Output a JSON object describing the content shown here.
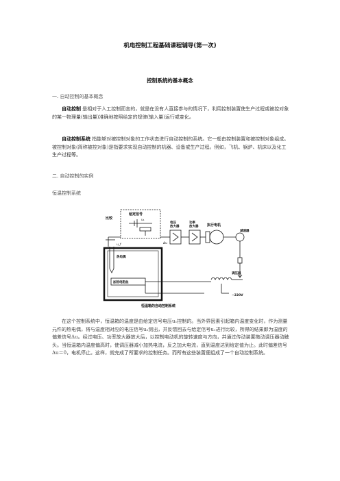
{
  "title": "机电控制工程基础课程辅导(第一次)",
  "subtitle": "控制系统的基本概念",
  "section1_heading": "一. 自动控制的基本概念",
  "para1": {
    "term": "自动控制",
    "text": "是相对于人工控制而言的，就是在没有人直接参与的情况下，利用控制装置使生产过程或被控对象的某一物理量(输出量)准确地按照给定的规律(输入量)运行或变化。"
  },
  "para2": {
    "term": "自动控制系统",
    "text": "指能够对被控制对象的工作状态进行自动控制的系统。它一般由控制装置和被控制对象组成。被控制对象(简称被控对象)是指要求实现自动控制的机器、设备或生产过程。例如，飞机、锅炉、机床以及化工生产过程等。"
  },
  "section2_heading": "二. 自动控制的实例",
  "example_heading": "恒温控制系统",
  "diagram": {
    "label_bijiao": "比较",
    "label_setpoint": "给定信号",
    "label_u1": "u₁",
    "label_uf": "u_f",
    "label_delta_u": "Δu",
    "label_voltage_amp": "电压\n放大器",
    "label_power_amp": "功率\n放大器",
    "label_motor": "执行电机",
    "label_reducer": "减速器",
    "label_thermocouple": "热电偶",
    "label_heater": "加热电阻丝",
    "label_regulator": "调压器",
    "label_supply": "~220V",
    "caption": "恒温箱的自动控制系统"
  },
  "para3": {
    "text": "在这个控制系统中，恒温箱的温度是由给定信号电压u₁控制的。当外界因素引起箱内温度变化时，作为测量元件的热电偶，将与温度相对应的电压信号u₂测出，并反馈回去与给定信号u₁进行比较，所得的结果即为温度的偏差信号Δu。经过电压、功率放大器放大后，以控制电动机的旋转速度与方向，并通过传动装置拖动调压器动触头。当恒温箱内温度偏高时，使调压器减小加热电流，反之加大电流，直到温度达到给定值为止。此时偏差信号Δu＝0，电机停止。这样，就完成了所要求的控制任务。而所有这些装置便组成了一个自动控制系统。"
  }
}
